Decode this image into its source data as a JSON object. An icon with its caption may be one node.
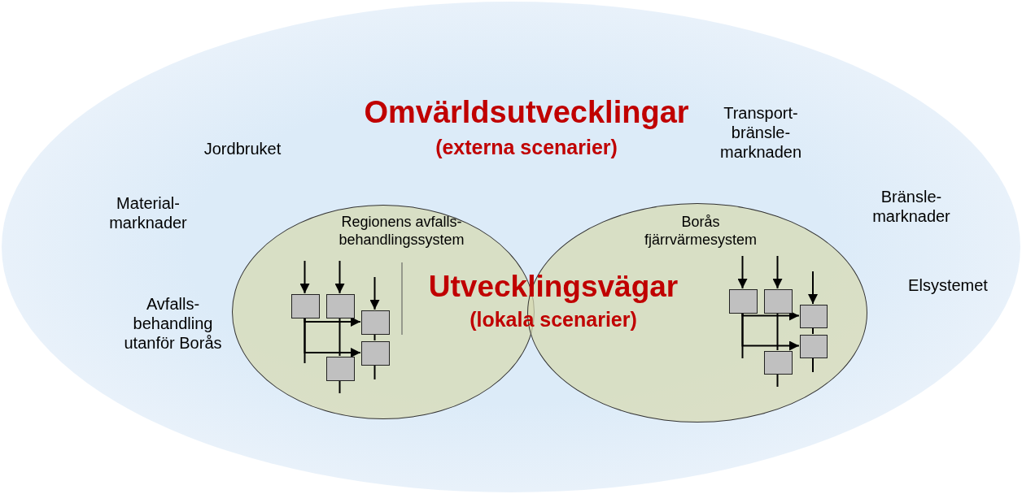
{
  "diagram": {
    "nodes": [
      {
        "text": [
          "Omvärldsutvecklingar",
          "(externa scenarier)"
        ]
      },
      {
        "text": [
          "Regionens avfalls- behandlingssystem"
        ],
        "in": 0
      },
      {
        "text": [
          "Borås fjärrvärmesystem"
        ],
        "in": 0
      },
      {
        "text": [],
        "shape": "box",
        "in": 1
      },
      {
        "text": [],
        "shape": "box",
        "in": 1
      },
      {
        "text": [],
        "shape": "box",
        "in": 1
      },
      {
        "text": [],
        "shape": "box",
        "in": 1
      },
      {
        "text": [],
        "shape": "box",
        "in": 1
      },
      {
        "text": [],
        "shape": "box",
        "in": 2
      },
      {
        "text": [],
        "shape": "box",
        "in": 2
      },
      {
        "text": [],
        "shape": "box",
        "in": 2
      },
      {
        "text": [],
        "shape": "box",
        "in": 2
      },
      {
        "text": [],
        "shape": "box",
        "in": 2
      }
    ],
    "edges": [
      {
        "from": null,
        "to": 3,
        "arrow": "to"
      },
      {
        "from": null,
        "to": 4,
        "arrow": "to"
      },
      {
        "from": null,
        "to": 5,
        "arrow": "to"
      },
      {
        "from": 3,
        "to": 5,
        "arrow": "to"
      },
      {
        "from": 3,
        "to": 6,
        "arrow": "to"
      },
      {
        "from": 4,
        "to": 7,
        "arrow": "none"
      },
      {
        "from": 5,
        "to": 6,
        "arrow": "none"
      },
      {
        "from": 3,
        "to": null,
        "arrow": "none"
      },
      {
        "from": 6,
        "to": null,
        "arrow": "none"
      },
      {
        "from": 7,
        "to": null,
        "arrow": "none"
      },
      {
        "from": null,
        "to": 8,
        "arrow": "to"
      },
      {
        "from": null,
        "to": 9,
        "arrow": "to"
      },
      {
        "from": null,
        "to": 10,
        "arrow": "to"
      },
      {
        "from": 8,
        "to": 10,
        "arrow": "to"
      },
      {
        "from": 8,
        "to": 11,
        "arrow": "to"
      },
      {
        "from": 9,
        "to": 12,
        "arrow": "none"
      },
      {
        "from": 10,
        "to": 11,
        "arrow": "none"
      },
      {
        "from": 8,
        "to": null,
        "arrow": "none"
      },
      {
        "from": 11,
        "to": null,
        "arrow": "none"
      },
      {
        "from": 12,
        "to": null,
        "arrow": "none"
      }
    ],
    "labels": [
      "Transport- bränsle- marknaden",
      "Jordbruket",
      "Material- marknader",
      "Bränsle- marknader",
      "Utvecklingsvägar",
      "Elsystemet",
      "Avfalls- behandling utanför Borås",
      "(lokala scenarier)"
    ]
  }
}
